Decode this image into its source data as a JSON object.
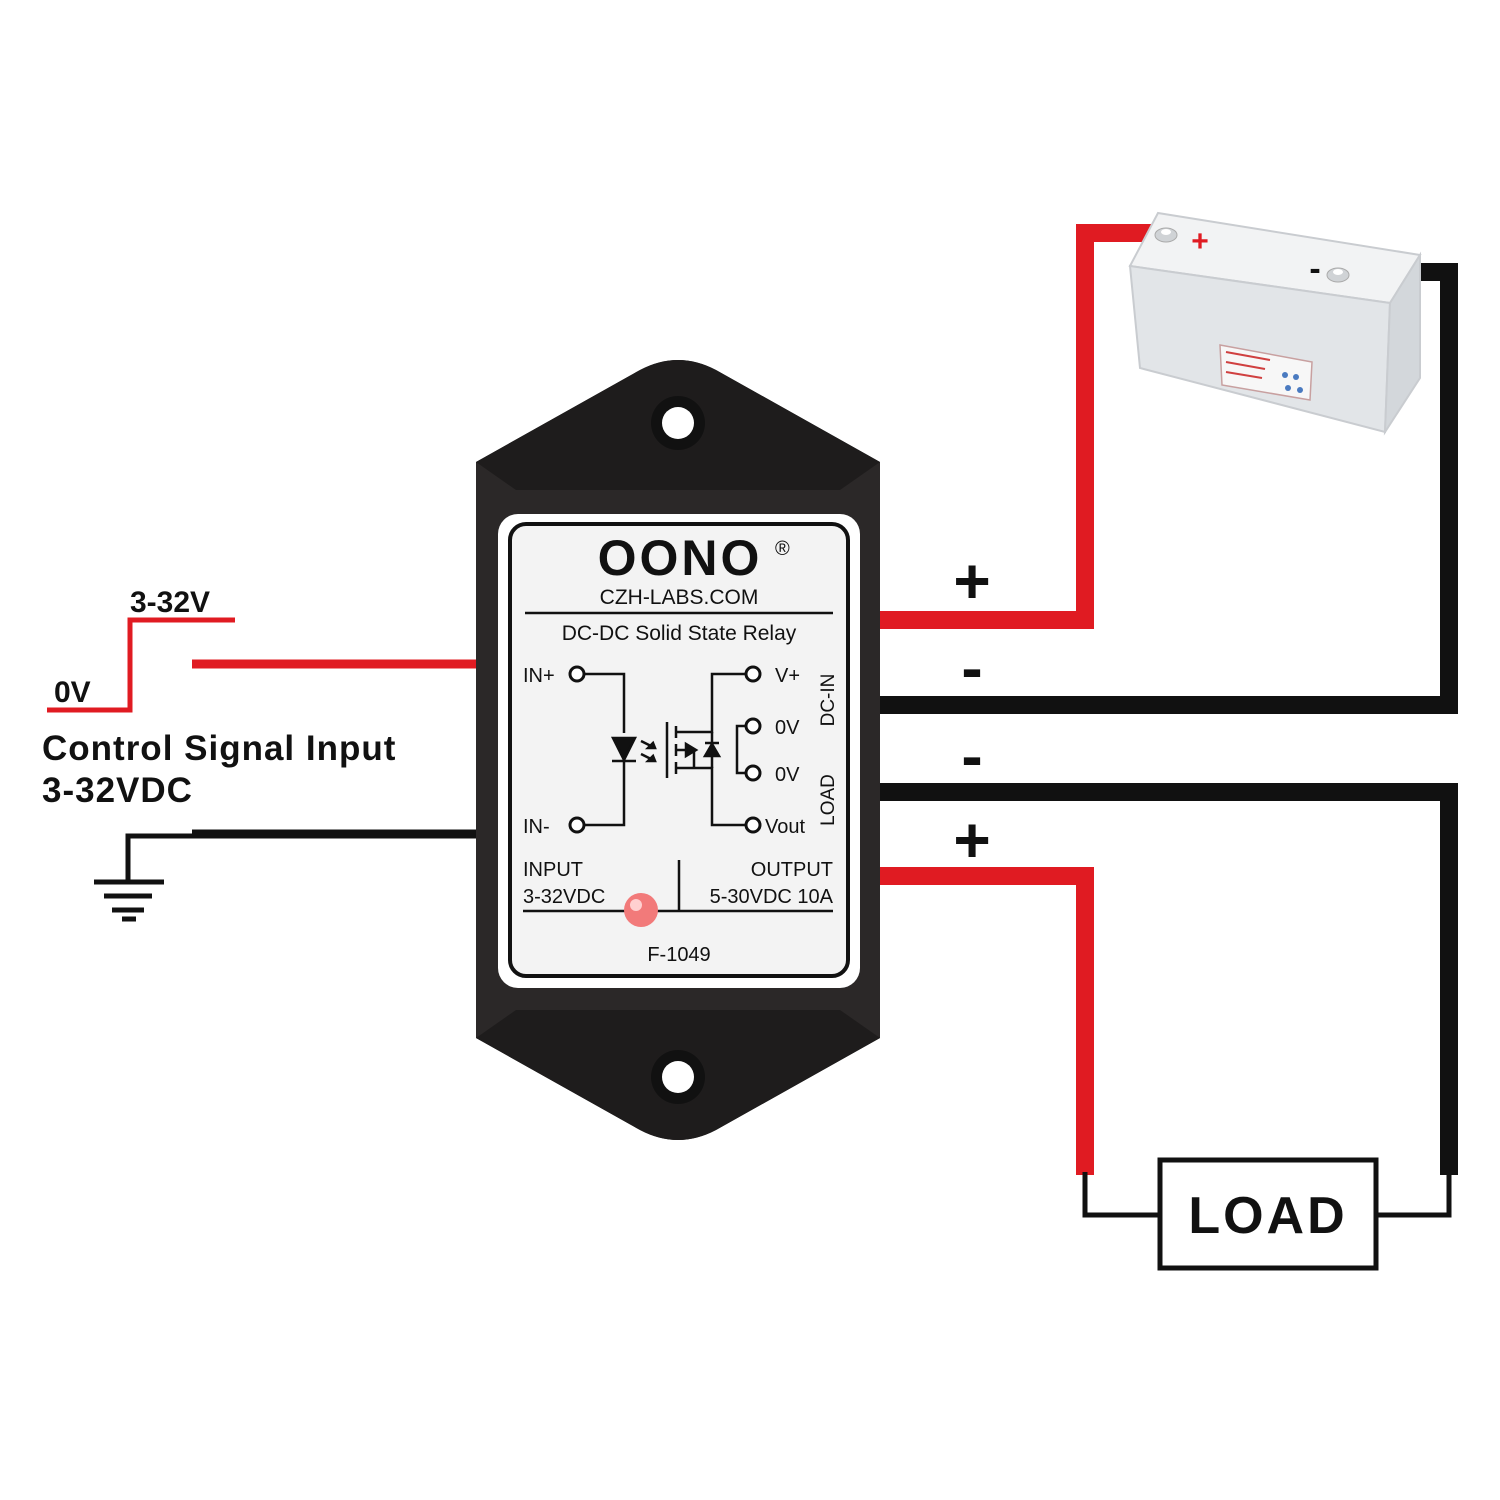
{
  "colors": {
    "wire_red": "#e01b22",
    "wire_black": "#111111",
    "housing": "#2b2828",
    "label_bg": "#f3f3f3",
    "battery_body": "#e4e6e8",
    "led": "#f27a7a"
  },
  "control": {
    "signal_high": "3-32V",
    "signal_low": "0V",
    "title_line1": "Control Signal Input",
    "title_line2": "3-32VDC"
  },
  "relay": {
    "brand": "OONO",
    "registered_mark": "®",
    "website": "CZH-LABS.COM",
    "title": "DC-DC Solid State Relay",
    "pin_in_plus": "IN+",
    "pin_in_minus": "IN-",
    "pin_v_plus": "V+",
    "pin_0v_a": "0V",
    "pin_0v_b": "0V",
    "pin_vout": "Vout",
    "side_dc_in": "DC-IN",
    "side_load": "LOAD",
    "input_label": "INPUT",
    "input_range": "3-32VDC",
    "output_label": "OUTPUT",
    "output_range": "5-30VDC 10A",
    "model": "F-1049"
  },
  "polarity": {
    "top_plus": "+",
    "top_minus": "-",
    "bottom_minus": "-",
    "bottom_plus": "+",
    "battery_plus": "+",
    "battery_minus": "-"
  },
  "load": {
    "label": "LOAD"
  },
  "icons": {
    "ground": "ground-icon",
    "optocoupler": "optocoupler-icon",
    "mosfet": "mosfet-icon",
    "indicator": "led-indicator-icon",
    "battery": "battery-icon"
  }
}
